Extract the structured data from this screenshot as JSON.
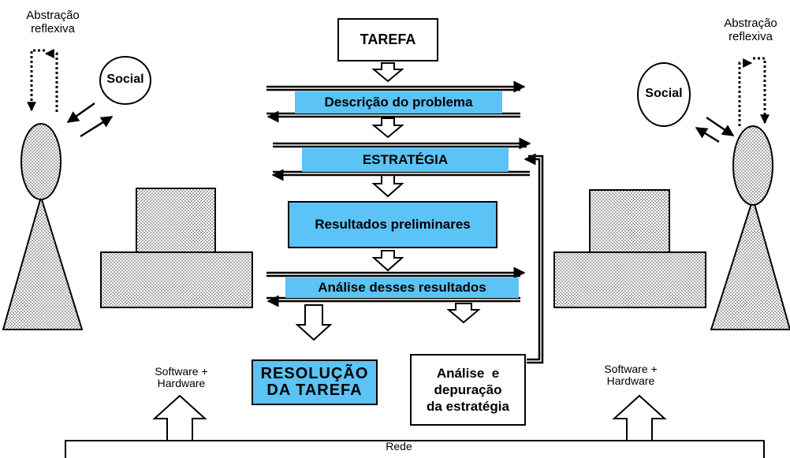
{
  "left_actor": {
    "abstraction_label_line1": "Abstração",
    "abstraction_label_line2": "reflexiva",
    "social_label": "Social",
    "system_label_line1": "Software +",
    "system_label_line2": "Hardware"
  },
  "right_actor": {
    "abstraction_label_line1": "Abstração",
    "abstraction_label_line2": "reflexiva",
    "social_label": "Social",
    "system_label_line1": "Software +",
    "system_label_line2": "Hardware"
  },
  "flow": {
    "task": "TAREFA",
    "problem_description": "Descrição do problema",
    "strategy": "ESTRATÉGIA",
    "preliminary_results": "Resultados preliminares",
    "analysis": "Análise desses resultados",
    "resolution_line1": "RESOLUÇÃO",
    "resolution_line2": "DA TAREFA",
    "debug_line1": "Análise  e",
    "debug_line2": "depuração",
    "debug_line3": "da estratégia"
  },
  "network_label": "Rede",
  "colors": {
    "accent_blue": "#5bc3f5",
    "stroke": "#000000",
    "texture_fill": "#d9d9d9"
  }
}
